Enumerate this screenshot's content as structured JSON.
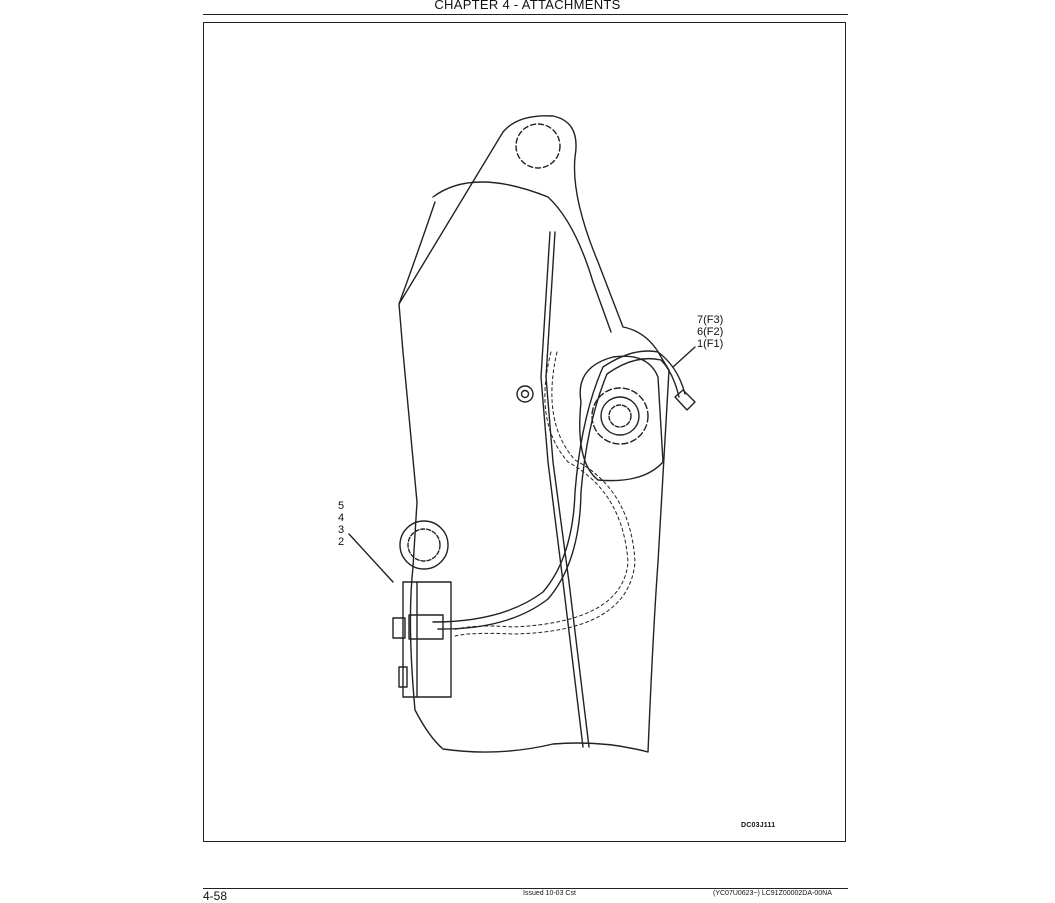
{
  "header": {
    "title": "CHAPTER 4 - ATTACHMENTS"
  },
  "callouts": {
    "right": [
      "7(F3)",
      "6(F2)",
      "1(F1)"
    ],
    "left": [
      "5",
      "4",
      "3",
      "2"
    ]
  },
  "figure": {
    "drawing_id": "DC03J111"
  },
  "footer": {
    "page_number": "4-58",
    "issued": "Issued 10-03   Cst",
    "doc_code": "(YC07U0623~)   LC91Z00002DA-00NA"
  }
}
